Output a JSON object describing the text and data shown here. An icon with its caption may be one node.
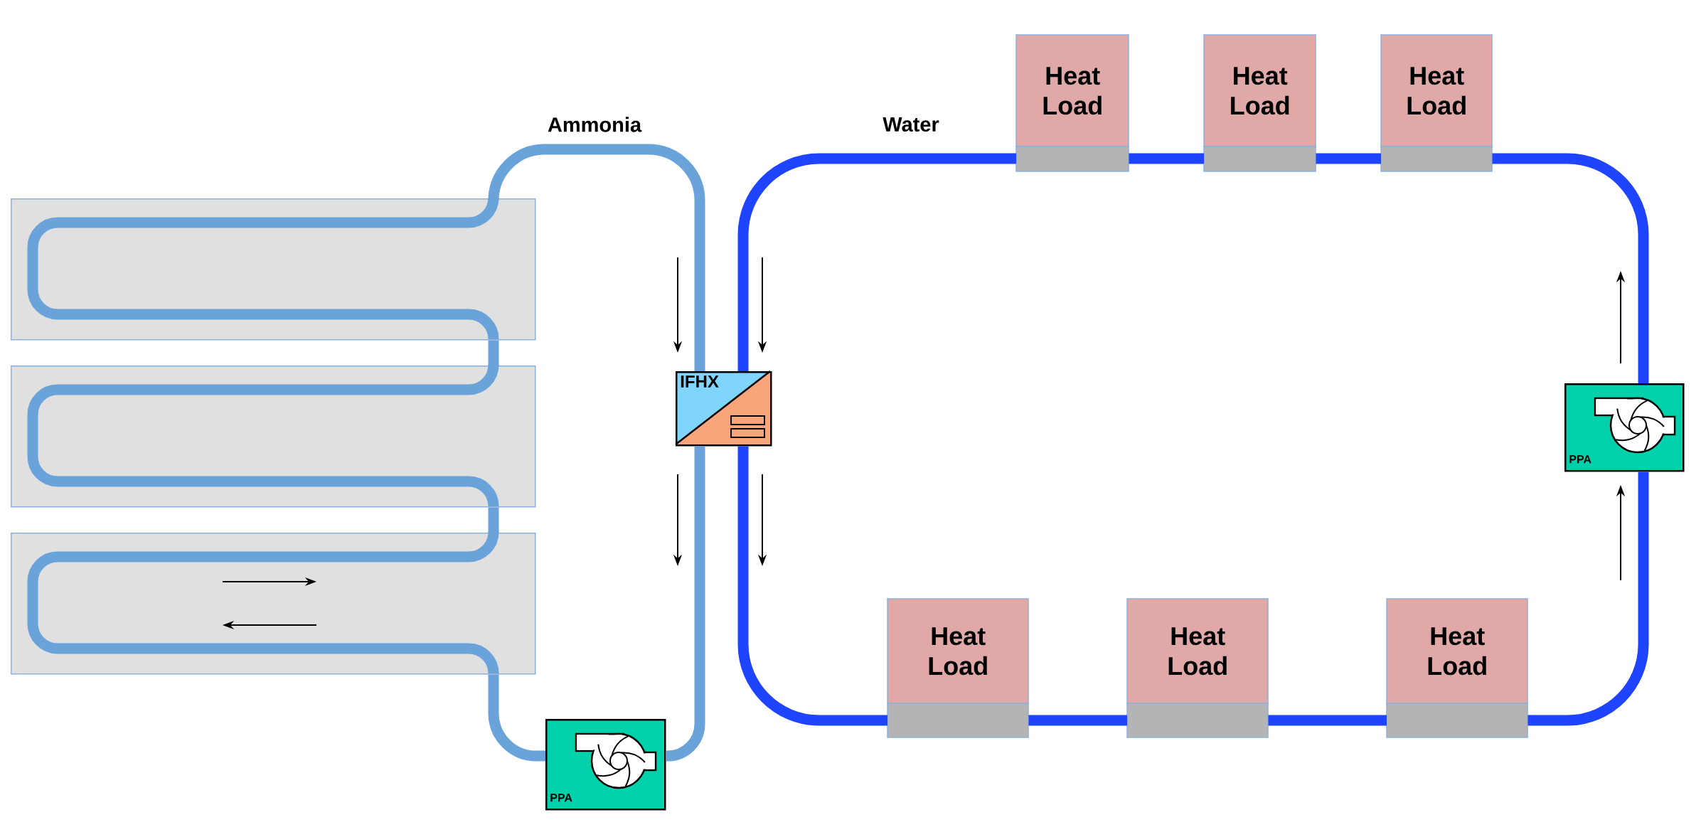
{
  "diagram": {
    "nodes": [
      {
        "text": [
          "Heat Load"
        ]
      },
      {
        "text": [
          "Heat Load"
        ]
      },
      {
        "text": [
          "Heat Load"
        ]
      },
      {
        "text": [],
        "shape": "box"
      },
      {
        "text": [],
        "shape": "box"
      },
      {
        "text": [],
        "shape": "box"
      },
      {
        "text": [
          "IFHX"
        ]
      },
      {
        "text": [
          "Heat Load"
        ]
      },
      {
        "text": [
          "Heat Load"
        ]
      },
      {
        "text": [
          "Heat Load"
        ]
      },
      {
        "text": [
          "PPA"
        ]
      },
      {
        "text": [
          "PPA"
        ]
      }
    ],
    "edges": [
      {
        "from": 6,
        "to": 7,
        "arrow": "none"
      },
      {
        "from": 7,
        "to": 8,
        "arrow": "none"
      },
      {
        "from": 8,
        "to": 9,
        "arrow": "none"
      },
      {
        "from": 9,
        "to": 10,
        "arrow": "none"
      },
      {
        "from": 10,
        "to": 2,
        "arrow": "none"
      },
      {
        "from": 2,
        "to": 1,
        "arrow": "none"
      },
      {
        "from": 1,
        "to": 0,
        "arrow": "none"
      },
      {
        "from": 0,
        "to": 6,
        "arrow": "none"
      },
      {
        "from": 6,
        "to": 11,
        "arrow": "none",
        "color": "#6aa3da"
      },
      {
        "from": 11,
        "to": 5,
        "arrow": "none",
        "color": "#6aa3da"
      },
      {
        "from": 5,
        "to": 4,
        "arrow": "none",
        "color": "#6aa3da"
      },
      {
        "from": 4,
        "to": 3,
        "arrow": "none",
        "color": "#6aa3da"
      },
      {
        "from": 3,
        "to": 6,
        "arrow": "none",
        "color": "#6aa3da"
      }
    ],
    "labels": [
      "Ammonia",
      "Water"
    ]
  }
}
